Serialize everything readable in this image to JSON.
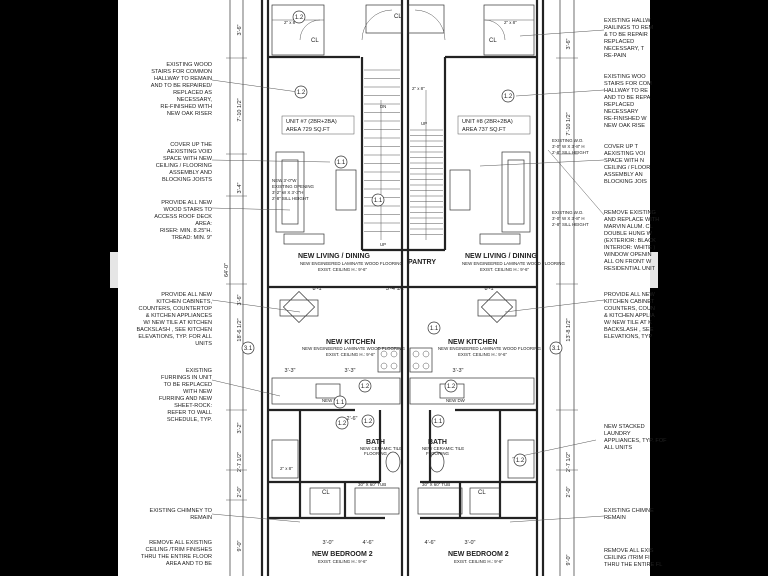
{
  "notes_left": [
    [
      "EXISTING WOOD",
      "STAIRS FOR COMMON",
      "HALLWAY TO REMAIN",
      "AND TO BE REPAIRED/",
      "REPLACED AS",
      "NECESSARY,",
      "RE-FINISHED WITH",
      "NEW OAK RISER"
    ],
    [
      "COVER UP THE",
      "AEXISTING VOID",
      "SPACE WITH NEW",
      "CEILING / FLOORING",
      "ASSEMBLY AND",
      "BLOCKING JOISTS"
    ],
    [
      "PROVIDE ALL NEW",
      "WOOD STAIRS TO",
      "ACCESS ROOF DECK",
      "AREA:",
      "RISER: MIN. 8.25\"H.",
      "TREAD: MIN. 9\""
    ],
    [
      "PROVIDE ALL NEW",
      "KITCHEN CABINETS,",
      "COUNTERS, COUNTERTOP",
      "& KITCHEN APPLIANCES",
      "W/ NEW TILE AT KITCHEN",
      "BACKSLASH , SEE KITCHEN",
      "ELEVATIONS, TYP. FOR ALL",
      "UNITS"
    ],
    [
      "EXISTING",
      "FURRINGS IN UNIT",
      "TO BE REPLACED",
      "WITH NEW",
      "FURRING AND NEW",
      "SHEET-ROCK:",
      "REFER TO WALL",
      "SCHEDULE, TYP."
    ],
    [
      "EXISTING CHIMNEY TO",
      "REMAIN"
    ],
    [
      "REMOVE ALL EXISTING",
      "CEILING /TRIM FINISHES",
      "THRU THE ENTIRE FLOOR",
      "AREA AND TO BE"
    ]
  ],
  "notes_right": [
    [
      "EXISTING HALLW",
      "RAILINGS TO REM",
      "& TO BE REPAIR",
      "REPLACED",
      "NECESSARY, T",
      "RE-PAIN"
    ],
    [
      "EXISTING WOO",
      "STAIRS FOR COM",
      "HALLWAY TO RE",
      "AND TO BE REPA",
      "REPLACED",
      "NECESSARY",
      "RE-FINISHED W",
      "NEW OAK RISE"
    ],
    [
      "COVER UP T",
      "AEXISTING VOI",
      "SPACE WITH N",
      "CEILING / FLOOR",
      "ASSEMBLY AN",
      "BLOCKING JOIS"
    ],
    [
      "REMOVE EXISTING",
      "AND REPLACE WITH",
      "MARVIN ALUM. CL",
      "DOUBLE HUNG W",
      "(EXTERIOR: BLACK",
      "INTERIOR: WHITE )",
      "WINDOW OPENIN",
      "ALL ON FRONT W",
      "RESIDENTIAL UNIT"
    ],
    [
      "PROVIDE ALL NEW",
      "KITCHEN CABINET",
      "COUNTERS, COUN",
      "& KITCHEN APPLIA",
      "W/ NEW TILE AT K",
      "BACKSLASH , SEE",
      "ELEVATIONS, TYP"
    ],
    [
      "NEW STACKED",
      "LAUNDRY",
      "APPLIANCES, TYP. FOF",
      "ALL UNITS"
    ],
    [
      "EXISTING CHIMNE",
      "REMAIN"
    ],
    [
      "REMOVE ALL EXIS",
      "CEILING /TRIM FI",
      "THRU THE ENTIRE FL"
    ]
  ],
  "units": [
    {
      "name": "UNIT #7 (2BR+2BA)",
      "area": "AREA 729 SQ.FT"
    },
    {
      "name": "UNIT #8 (2BR+2BA)",
      "area": "AREA 737 SQ.FT"
    }
  ],
  "rooms": {
    "living": "NEW LIVING / DINING",
    "living_sub1": "NEW ENGINEERED LAMINATE WOOD FLOORING",
    "living_sub2": "EXIST. CEILING H.: 9'-6\"",
    "kitchen": "NEW KITCHEN",
    "kitchen_sub1": "NEW ENGINEERED LAMINATE WOOD FLOORING",
    "kitchen_sub2": "EXIST. CEILING H.: 9'-6\"",
    "bath": "BATH",
    "bath_sub1": "NEW CERAMIC TILE",
    "bath_sub2": "FLOORING",
    "bedroom": "NEW BEDROOM 2",
    "bedroom_sub": "EXIST. CEILING H.: 9'-6\"",
    "pantry": "PANTRY",
    "closet": "CL",
    "dn": "DN",
    "up": "UP",
    "tub": "30\" X 60\" TUB",
    "new_dw": "NEW DW",
    "opening": [
      "NEW 3'-0\"W",
      "EXISTING OPENING",
      "3'-2\" W X 3'-3\"H",
      "2'-8\" SILL HEIGHT"
    ],
    "window": [
      "EXISTING W.O.",
      "3'-0\" W X 3'-8\" H",
      "2'-8\" SILL HEIGHT"
    ]
  },
  "tags": [
    "1.2",
    "1.1",
    "1.1",
    "1.2",
    "3.1",
    "3.1",
    "1.2",
    "1.2",
    "1.2",
    "1.2",
    "1.1",
    "1.2",
    "1.2",
    "1.1",
    "1.1"
  ],
  "dims_left": [
    "3'-6\"",
    "7'-10 1/2\"",
    "3'-4\"",
    "64'-0\"",
    "3'-6\"",
    "18'-6 1/2\"",
    "3'-2\"",
    "2'-7 1/2\"",
    "2'-0\"",
    "9'-0\""
  ],
  "dims_right": [
    "3'-6\"",
    "7'-10 1/2\"",
    "13'-8 1/2\"",
    "2'-7 1/2\"",
    "2'-0\"",
    "9'-0\""
  ],
  "dims_mid": [
    "8'-1\"",
    "3'-4 1/2\"",
    "8'-1\"",
    "3'-3\"",
    "3'-3\"",
    "3'-3\"",
    "3'-0\"",
    "4'-6\"",
    "4'-6\"",
    "3'-0\"",
    "2'-6\""
  ],
  "misc": [
    "2\" x 8\"",
    "2\" x 8\"",
    "2\" x 8\"",
    "2\" x 8\""
  ]
}
